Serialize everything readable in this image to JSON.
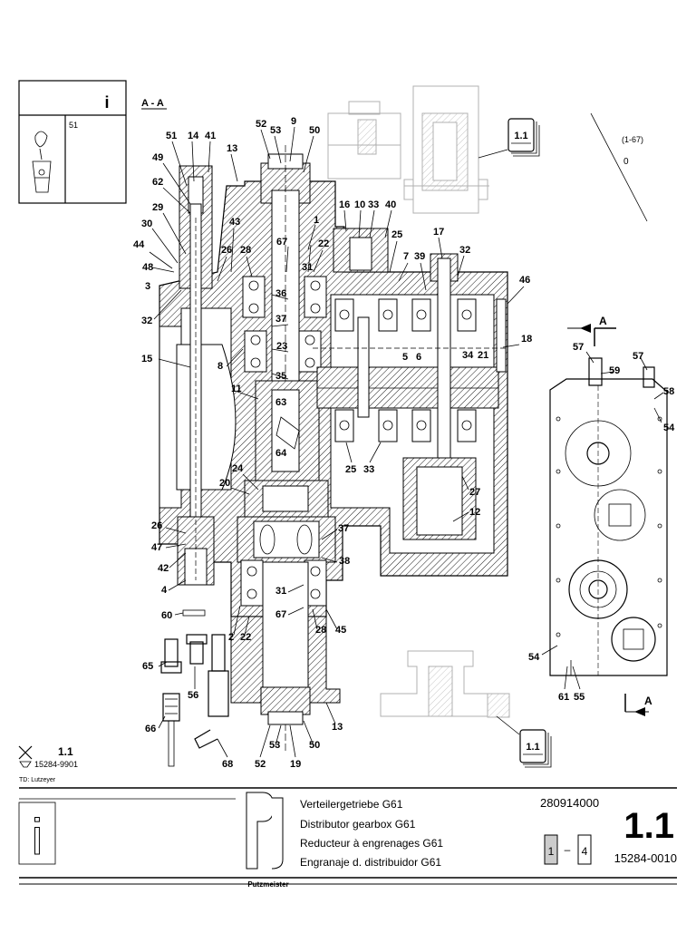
{
  "section_label": "A - A",
  "info_box": {
    "info_glyph": "i",
    "ref_number": "51"
  },
  "ref_note": {
    "range": "(1-67)",
    "value": "0"
  },
  "page_refs": {
    "top": "1.1",
    "bottom": "1.1"
  },
  "section_markers": {
    "top": "A",
    "bottom": "A"
  },
  "part_labels": [
    "51",
    "14",
    "41",
    "13",
    "52",
    "53",
    "9",
    "50",
    "49",
    "62",
    "29",
    "30",
    "44",
    "48",
    "3",
    "32",
    "43",
    "26",
    "28",
    "67",
    "31",
    "22",
    "1",
    "16",
    "10",
    "33",
    "40",
    "25",
    "7",
    "17",
    "39",
    "32",
    "46",
    "36",
    "37",
    "23",
    "8",
    "15",
    "35",
    "11",
    "63",
    "64",
    "5",
    "6",
    "34",
    "21",
    "18",
    "25",
    "33",
    "27",
    "12",
    "24",
    "20",
    "26",
    "47",
    "42",
    "4",
    "37",
    "38",
    "31",
    "67",
    "28",
    "45",
    "60",
    "2",
    "22",
    "65",
    "56",
    "66",
    "68",
    "52",
    "53",
    "19",
    "50",
    "13",
    "57",
    "59",
    "57",
    "58",
    "54",
    "54",
    "61",
    "55"
  ],
  "footer": {
    "doc_code_small": "1.1",
    "doc_number_small": "15284-9901",
    "drawn_by": "TD: Lutzeyer",
    "info_glyph": "i",
    "brand": "Putzmeister",
    "titles": [
      "Verteilergetriebe G61",
      "Distributor gearbox G61",
      "Reducteur à engrenages G61",
      "Engranaje d. distribuidor G61"
    ],
    "part_number": "280914000",
    "section_number": "1.1",
    "page_from": "1",
    "page_dash": "–",
    "page_to": "4",
    "drawing_number": "15284-0010"
  },
  "icons": [
    "info-icon",
    "lubrication-icon",
    "putzmeister-logo-icon",
    "book-icon",
    "crossed-tool-icon"
  ]
}
